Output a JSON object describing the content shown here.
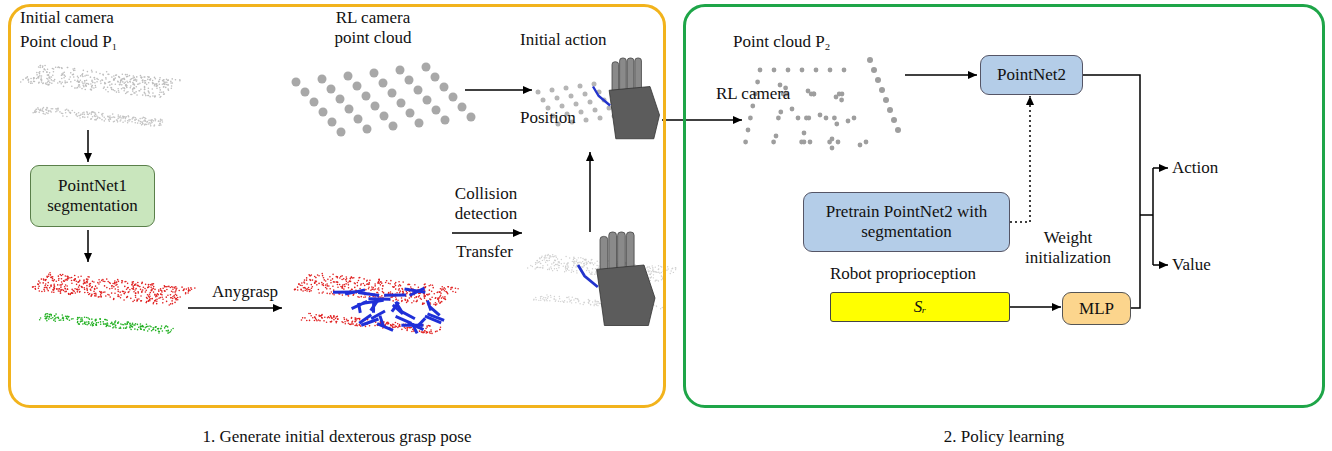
{
  "diagram": {
    "nodes": [
      {
        "text": [
          "1. Generate initial dexterous grasp pose"
        ]
      },
      {
        "text": [
          "2. Policy learning"
        ]
      },
      {
        "text": [
          "PointNet1 segmentation"
        ],
        "in": 0
      },
      {
        "text": [
          "PointNet2"
        ],
        "in": 1
      },
      {
        "text": [
          "Pretrain PointNet2 with segmentation"
        ],
        "in": 1
      },
      {
        "text": [
          "Sᵣ"
        ],
        "in": 1
      },
      {
        "text": [
          "MLP"
        ],
        "in": 1
      }
    ],
    "edges": [
      {
        "from": 4,
        "to": 3,
        "arrow": "to",
        "label": "Weight initialization"
      },
      {
        "from": 5,
        "to": 6,
        "arrow": "to"
      }
    ],
    "labels": [
      "Initial camera",
      "Point cloud P₁",
      "RL camera point cloud",
      "Initial action",
      "RL camera",
      "Point cloud P₂",
      "Anygrasp",
      "Collision detection",
      "Transfer",
      "Position",
      "Robot proprioception",
      "Action",
      "Value"
    ]
  }
}
